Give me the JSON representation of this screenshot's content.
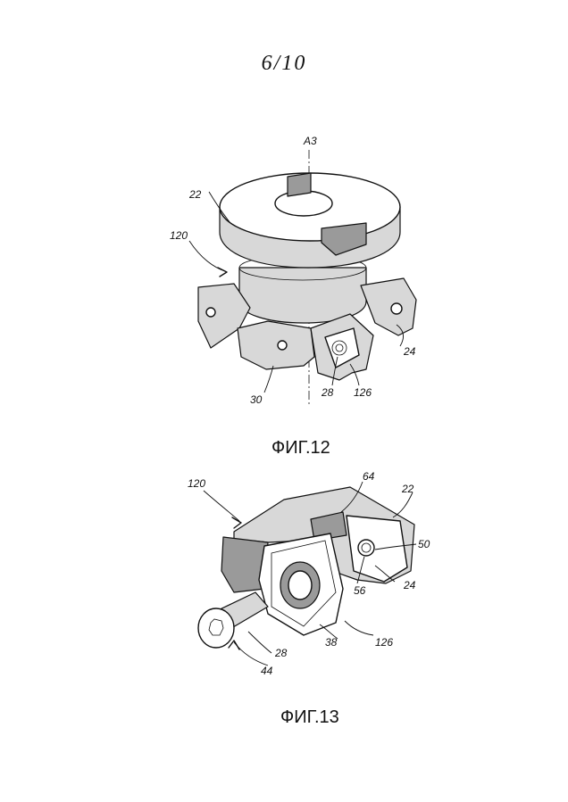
{
  "page": {
    "number": "6/10"
  },
  "figure12": {
    "caption": "ФИГ.12",
    "labels": {
      "axis": "A3",
      "l22": "22",
      "l120": "120",
      "l24": "24",
      "l30": "30",
      "l28": "28",
      "l126": "126"
    }
  },
  "figure13": {
    "caption": "ФИГ.13",
    "labels": {
      "l120": "120",
      "l64": "64",
      "l22": "22",
      "l50": "50",
      "l56": "56",
      "l24": "24",
      "l28": "28",
      "l38": "38",
      "l126": "126",
      "l44": "44"
    }
  }
}
